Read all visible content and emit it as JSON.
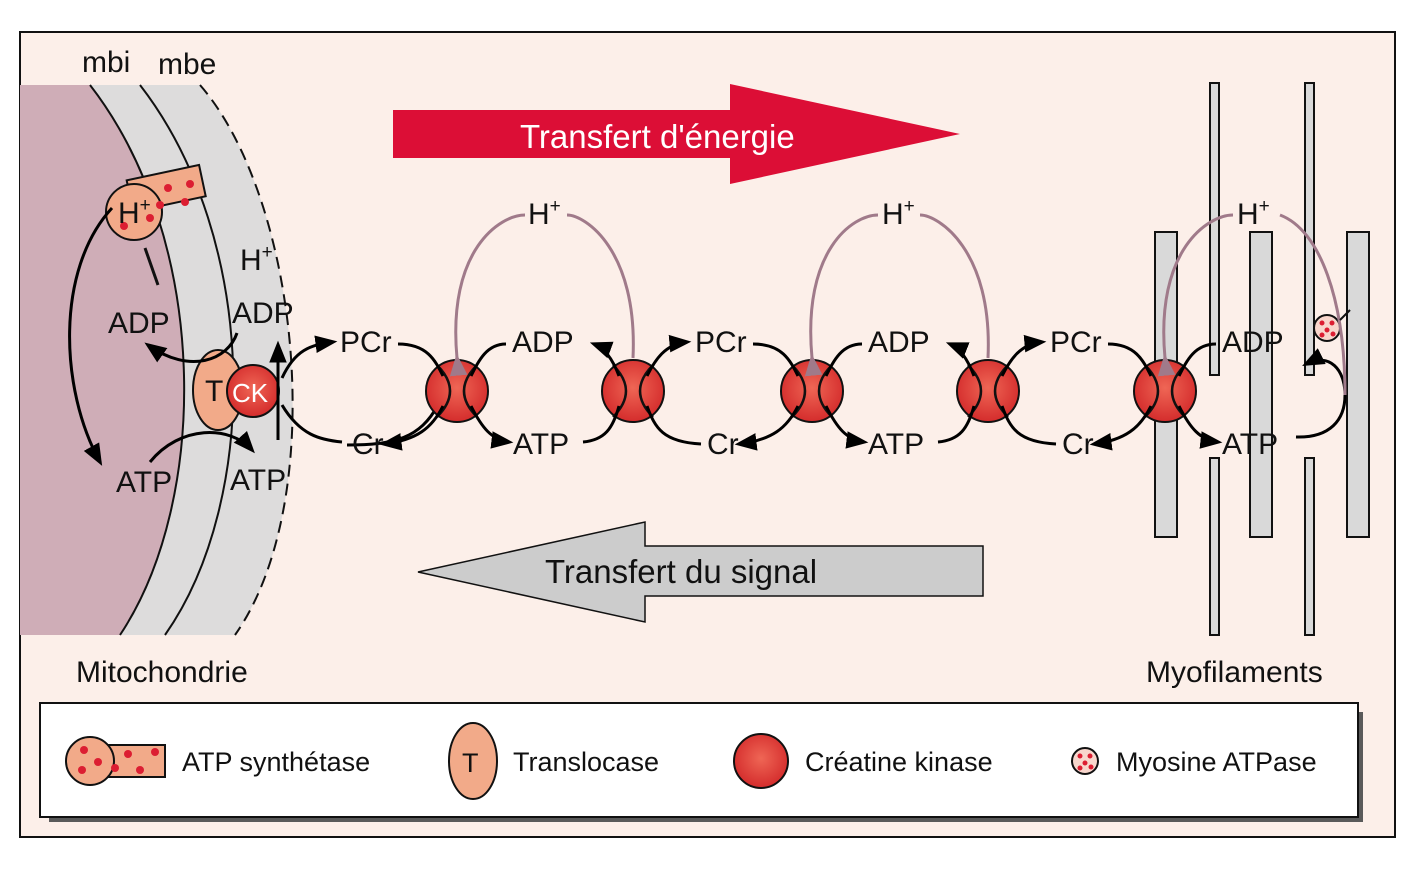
{
  "labels": {
    "mbi": "mbi",
    "mbe": "mbe",
    "mitochondria": "Mitochondrie",
    "myofilaments": "Myofilaments",
    "energy_transfer": "Transfert d'énergie",
    "signal_transfer": "Transfert du signal",
    "h": "H",
    "plus": "+",
    "adp": "ADP",
    "atp": "ATP",
    "pcr": "PCr",
    "cr": "Cr",
    "t": "T",
    "ck": "CK"
  },
  "legend": [
    {
      "icon": "atp-synthase-icon",
      "label": "ATP synthétase"
    },
    {
      "icon": "translocase-icon",
      "label": "Translocase",
      "symbol": "T"
    },
    {
      "icon": "creatine-kinase-icon",
      "label": "Créatine kinase"
    },
    {
      "icon": "myosin-atpase-icon",
      "label": "Myosine ATPase"
    }
  ],
  "colors": {
    "background": "#fcefe9",
    "matrix": "#cfadb7",
    "membrane": "#dddcdc",
    "energy_arrow": "#dc0e36",
    "signal_arrow": "#cccccc",
    "enzyme": "#dc3c3c",
    "translocase": "#f2aa89",
    "proton_arc": "#a07a8a",
    "myofilament": "#d9d9d9"
  }
}
